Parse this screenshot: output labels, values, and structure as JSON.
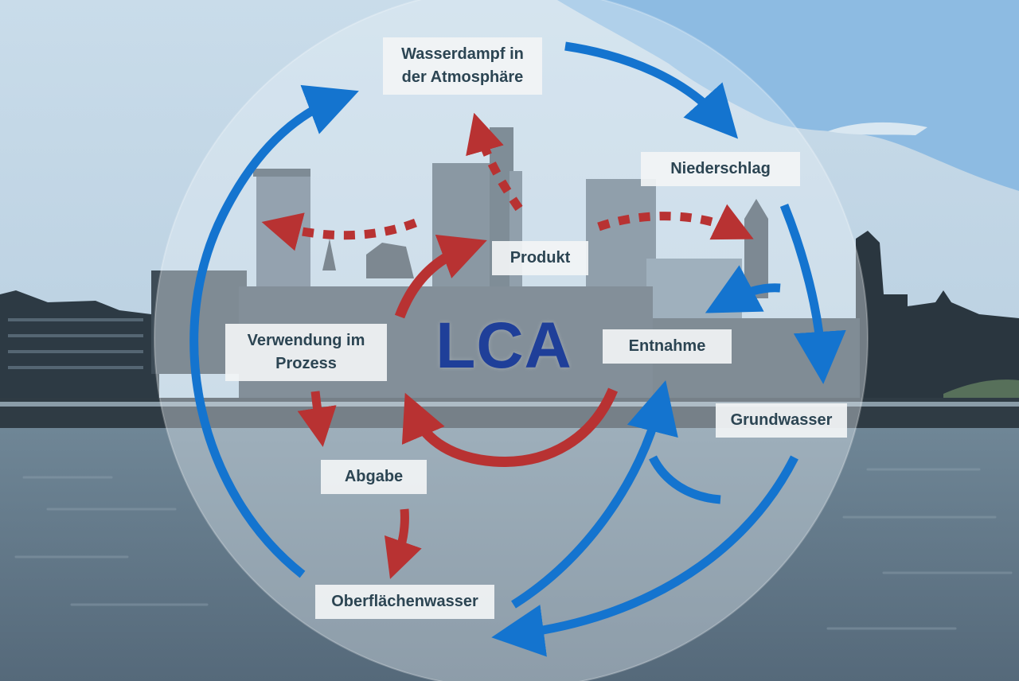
{
  "center_label": "LCA",
  "nodes": {
    "wasserdampf": {
      "line1": "Wasserdampf in",
      "line2": "der Atmosphäre"
    },
    "niederschlag": "Niederschlag",
    "produkt": "Produkt",
    "verwendung": {
      "line1": "Verwendung im",
      "line2": "Prozess"
    },
    "entnahme": "Entnahme",
    "grundwasser": "Grundwasser",
    "abgabe": "Abgabe",
    "oberflaechenwasser": "Oberflächenwasser"
  },
  "colors": {
    "natural_cycle_arrow": "#1474cf",
    "process_arrow": "#b83232",
    "label_text": "#2c4553",
    "center_text": "#1f3f99"
  }
}
